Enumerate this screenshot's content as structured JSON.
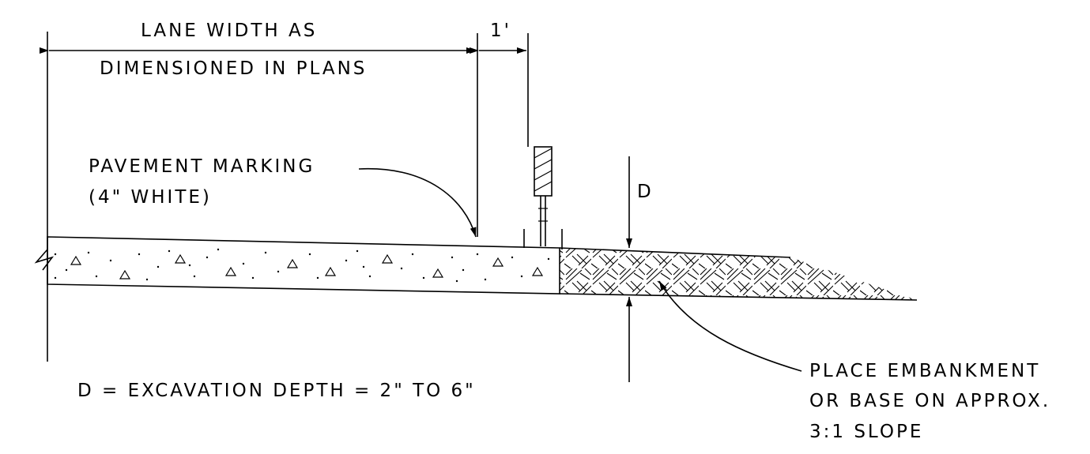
{
  "diagram": {
    "lane_width_line1": "LANE WIDTH AS",
    "lane_width_line2": "DIMENSIONED IN PLANS",
    "offset_label": "1'",
    "pavement_marking_line1": "PAVEMENT MARKING",
    "pavement_marking_line2": "(4\" WHITE)",
    "depth_label": "D",
    "excavation_note": "D = EXCAVATION DEPTH = 2\" TO 6\"",
    "embankment_line1": "PLACE EMBANKMENT",
    "embankment_line2": "OR BASE ON APPROX.",
    "embankment_line3": "3:1 SLOPE"
  },
  "colors": {
    "ink": "#000000",
    "paper": "#ffffff"
  }
}
